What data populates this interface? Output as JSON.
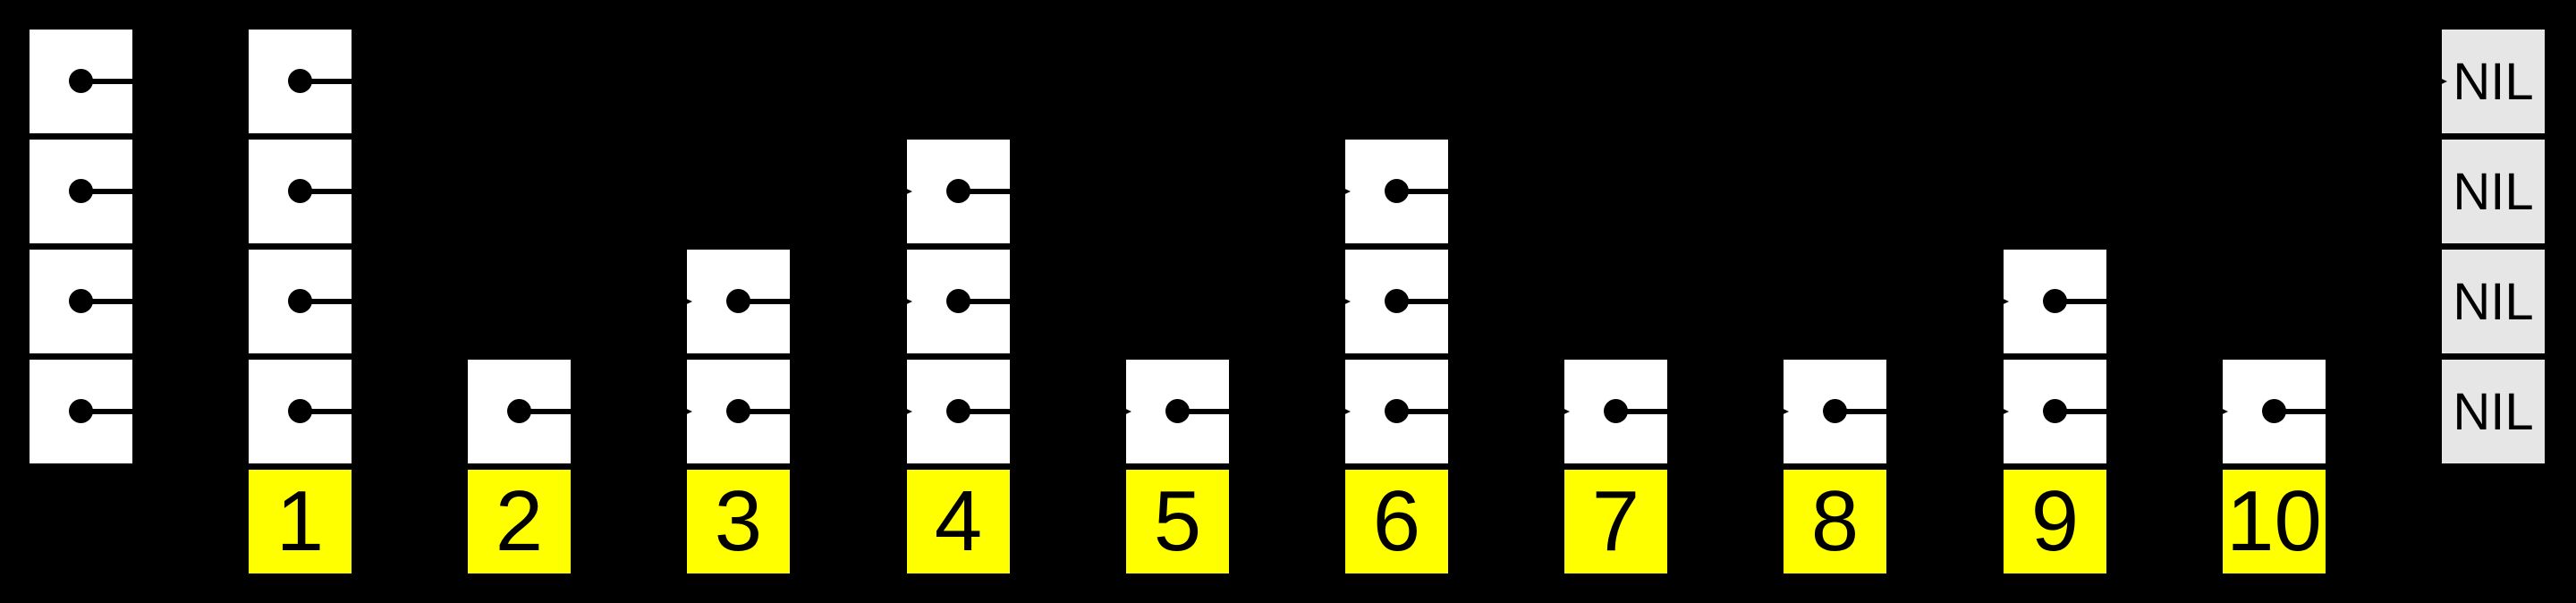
{
  "skip_list": {
    "description": "Skip list diagram: head column, nodes 1-10 with level towers, NIL terminators",
    "num_levels": 4,
    "colors": {
      "background": "#000000",
      "node_box": "#ffffff",
      "pointer": "#000000",
      "label_box": "#ffff00",
      "label_text": "#000000",
      "nil_box": "#e6e6e6",
      "nil_text": "#000000"
    },
    "head": {
      "num_levels": 4
    },
    "nodes": [
      {
        "label": "1",
        "num_levels": 4
      },
      {
        "label": "2",
        "num_levels": 1
      },
      {
        "label": "3",
        "num_levels": 2
      },
      {
        "label": "4",
        "num_levels": 3
      },
      {
        "label": "5",
        "num_levels": 1
      },
      {
        "label": "6",
        "num_levels": 3
      },
      {
        "label": "7",
        "num_levels": 1
      },
      {
        "label": "8",
        "num_levels": 1
      },
      {
        "label": "9",
        "num_levels": 2
      },
      {
        "label": "10",
        "num_levels": 1
      }
    ],
    "nil_column": {
      "labels": [
        "NIL",
        "NIL",
        "NIL",
        "NIL"
      ]
    },
    "pointer_chains": {
      "level_3_top": [
        "head",
        "1",
        "NIL"
      ],
      "level_2": [
        "head",
        "1",
        "4",
        "6",
        "NIL"
      ],
      "level_1": [
        "head",
        "1",
        "3",
        "4",
        "6",
        "9",
        "NIL"
      ],
      "level_0_bottom": [
        "head",
        "1",
        "2",
        "3",
        "4",
        "5",
        "6",
        "7",
        "8",
        "9",
        "10",
        "NIL"
      ]
    }
  }
}
